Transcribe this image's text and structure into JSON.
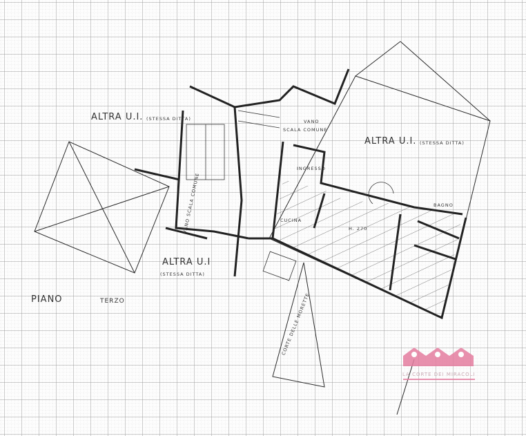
{
  "plan": {
    "floor_label": "PIANO",
    "floor_value": "TERZO",
    "labels": {
      "altra_ui_top_left": "ALTRA U.I.",
      "altra_ui_top_left_note": "(STESSA DITTA)",
      "altra_ui_top_right": "ALTRA U.I.",
      "altra_ui_top_right_note": "(STESSA DITTA)",
      "altra_ui_bottom": "ALTRA U.I",
      "altra_ui_bottom_note": "(STESSA DITTA)",
      "vano_scala_top_1": "VANO",
      "vano_scala_top_2": "SCALA COMUNE",
      "vano_scala_left": "VANO SCALA COMUNE",
      "ingresso": "INGRESSO",
      "cucina": "CUCINA",
      "bagno": "BAGNO",
      "height": "H. 270",
      "corte": "CORTE DELLE MORETTE"
    }
  },
  "watermark": {
    "text": "LA CORTE DEI MIRACOLI",
    "color": "#e57ea0"
  },
  "colors": {
    "grid": "#b8b8b8",
    "ink": "#2a2a2a"
  }
}
